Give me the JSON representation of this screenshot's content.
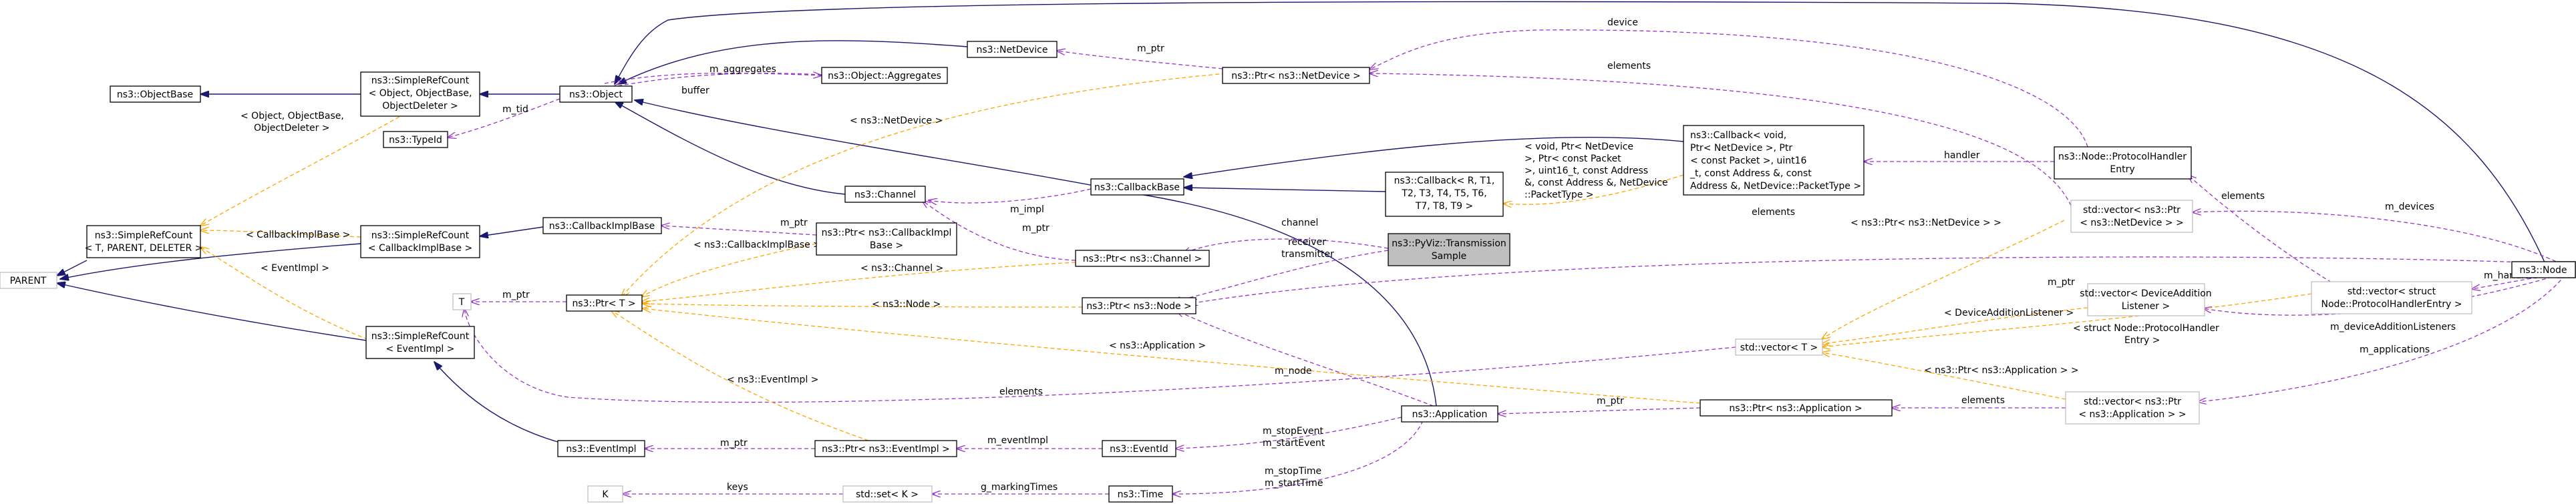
{
  "nodes": {
    "object_base": "ns3::ObjectBase",
    "simple_ref_count_object": [
      "ns3::SimpleRefCount",
      "< Object, ObjectBase,",
      "ObjectDeleter >"
    ],
    "object": "ns3::Object",
    "type_id": "ns3::TypeId",
    "net_device": "ns3::NetDevice",
    "aggregates": "ns3::Object::Aggregates",
    "ptr_net_device": "ns3::Ptr< ns3::NetDevice >",
    "simple_ref_count_t": [
      "ns3::SimpleRefCount",
      "< T, PARENT, DELETER >"
    ],
    "parent": "PARENT",
    "simple_ref_count_callback": [
      "ns3::SimpleRefCount",
      "< CallbackImplBase >"
    ],
    "callback_impl_base": "ns3::CallbackImplBase",
    "channel": "ns3::Channel",
    "callback_base": "ns3::CallbackBase",
    "ptr_callback_impl": [
      "ns3::Ptr< ns3::CallbackImpl",
      "Base >"
    ],
    "ptr_channel": "ns3::Ptr< ns3::Channel >",
    "t": "T",
    "ptr_t": "ns3::Ptr< T >",
    "ptr_node": "ns3::Ptr< ns3::Node >",
    "simple_ref_count_event": [
      "ns3::SimpleRefCount",
      "< EventImpl >"
    ],
    "event_impl": "ns3::EventImpl",
    "ptr_event_impl": "ns3::Ptr< ns3::EventImpl >",
    "event_id": "ns3::EventId",
    "k": "K",
    "std_set": "std::set< K >",
    "time": "ns3::Time",
    "application": "ns3::Application",
    "callback_r": [
      "ns3::Callback< R, T1,",
      "T2, T3, T4, T5, T6,",
      "T7, T8, T9 >"
    ],
    "callback_void": [
      "ns3::Callback< void,",
      " Ptr< NetDevice >, Ptr",
      "< const Packet >, uint16",
      "_t, const Address &, const",
      "Address &, NetDevice::PacketType >"
    ],
    "pyviz": [
      "ns3::PyViz::Transmission",
      "Sample"
    ],
    "std_vector_t": "std::vector< T >",
    "ptr_application": "ns3::Ptr< ns3::Application >",
    "protocol_handler_entry": [
      "ns3::Node::ProtocolHandler",
      "Entry"
    ],
    "vector_ptr_net_device": [
      "std::vector< ns3::Ptr",
      "< ns3::NetDevice > >"
    ],
    "vector_device_listener": [
      "std::vector< DeviceAddition",
      "Listener >"
    ],
    "vector_ptr_application": [
      "std::vector< ns3::Ptr",
      "< ns3::Application > >"
    ],
    "vector_protocol_handler": [
      "std::vector< struct",
      "Node::ProtocolHandlerEntry >"
    ],
    "node": "ns3::Node"
  },
  "edge_labels": {
    "m_aggregates": "m_aggregates",
    "buffer": "buffer",
    "m_tid": "m_tid",
    "m_ptr_netdevice": "m_ptr",
    "device": "device",
    "elements_top": "elements",
    "tpl_object": [
      "< Object, ObjectBase,",
      "ObjectDeleter >"
    ],
    "tpl_netdevice": "< ns3::NetDevice >",
    "tpl_callback_impl_base": "< CallbackImplBase >",
    "m_impl": "m_impl",
    "m_ptr_callback": "m_ptr",
    "tpl_callback_impl_base2": "< ns3::CallbackImplBase >",
    "tpl_eventimpl": "< EventImpl >",
    "m_ptr_t": "m_ptr",
    "tpl_channel": "< ns3::Channel >",
    "m_ptr_channel": "m_ptr",
    "channel": "channel",
    "receiver_transmitter": [
      "receiver",
      "transmitter"
    ],
    "tpl_node": "< ns3::Node >",
    "tpl_application": "< ns3::Application >",
    "tpl_eventimpl2": "< ns3::EventImpl >",
    "m_node": "m_node",
    "elements_mid": "elements",
    "m_ptr_application": "m_ptr",
    "elements_app": "elements",
    "m_ptr_eventimpl": "m_ptr",
    "m_eventimpl": "m_eventImpl",
    "m_stop_start_event": [
      "m_stopEvent",
      "m_startEvent"
    ],
    "m_stop_start_time": [
      "m_stopTime",
      "m_startTime"
    ],
    "keys": "keys",
    "g_marking_times": "g_markingTimes",
    "tpl_callback_void": [
      "< void, Ptr< NetDevice",
      ">, Ptr< const Packet",
      ">, uint16_t, const Address",
      "&, const Address &, NetDevice",
      "::PacketType >"
    ],
    "handler": "handler",
    "elements_handler": "elements",
    "elements_vec_netdev": "elements",
    "tpl_ptr_netdevice": "< ns3::Ptr< ns3::NetDevice > >",
    "tpl_device_listener": "< DeviceAdditionListener >",
    "tpl_protocol_handler": [
      "< struct Node::ProtocolHandler",
      "Entry >"
    ],
    "tpl_ptr_application": "< ns3::Ptr< ns3::Application > >",
    "m_devices": "m_devices",
    "m_handlers": "m_handlers",
    "m_device_addition_listeners": "m_deviceAdditionListeners",
    "m_applications": "m_applications",
    "m_ptr_node": "m_ptr"
  },
  "colors": {
    "inheritance": "#191970",
    "usage": "#9a32cd",
    "template": "#ffa500",
    "focus_fill": "#bfbfbf"
  }
}
